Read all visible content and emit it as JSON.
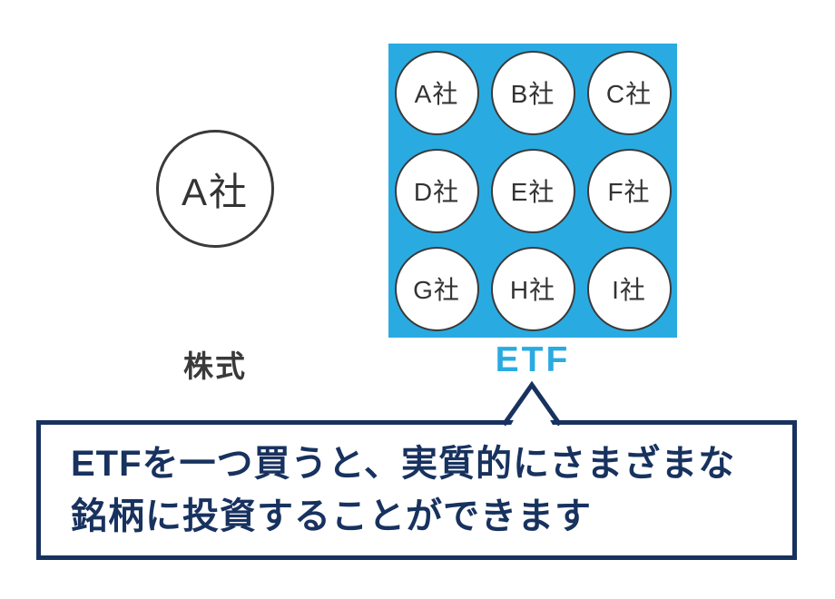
{
  "stock": {
    "circle_label": "A社",
    "caption": "株式"
  },
  "etf": {
    "caption": "ETF",
    "companies": [
      "A社",
      "B社",
      "C社",
      "D社",
      "E社",
      "F社",
      "G社",
      "H社",
      "I社"
    ]
  },
  "callout": {
    "line1": "ETFを一つ買うと、実質的にさまざまな",
    "line2": "銘柄に投資することができます"
  },
  "colors": {
    "accent_blue": "#29abe2",
    "navy": "#18325f",
    "text_dark": "#3a3a3a"
  }
}
